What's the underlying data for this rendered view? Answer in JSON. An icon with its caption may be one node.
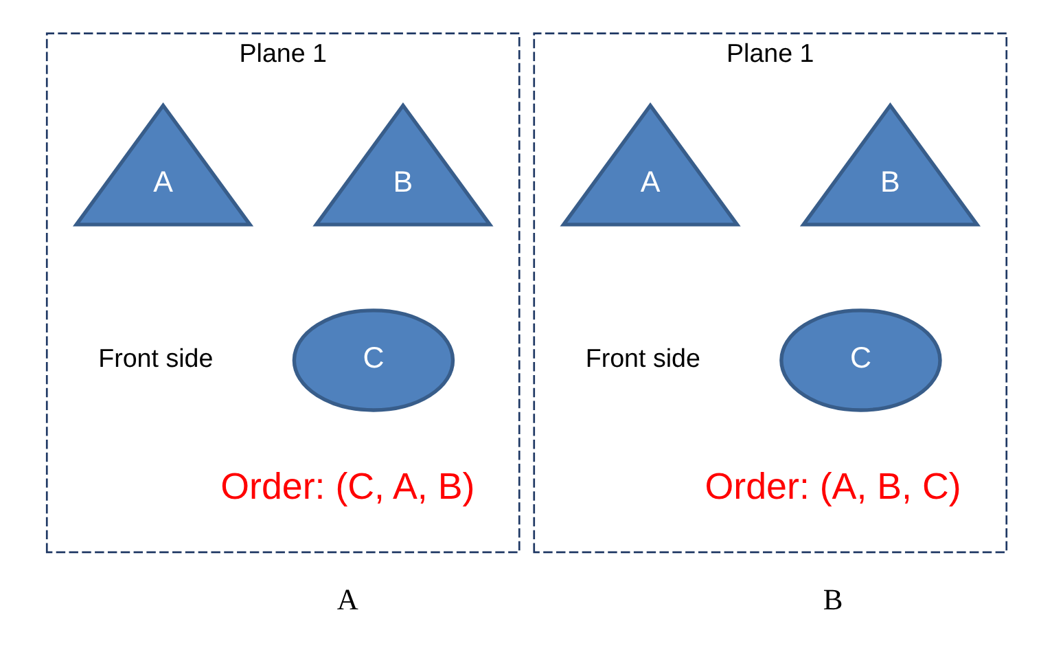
{
  "diagram": {
    "nodes": [
      {
        "text": [
          "Plane 1"
        ],
        "beside": [
          "A"
        ]
      },
      {
        "text": [
          "A"
        ],
        "in": 0
      },
      {
        "text": [
          "B"
        ],
        "in": 0
      },
      {
        "text": [
          "C"
        ],
        "in": 0
      },
      {
        "text": [
          "Plane 1"
        ],
        "beside": [
          "B"
        ]
      },
      {
        "text": [
          "A"
        ],
        "in": 4
      },
      {
        "text": [
          "B"
        ],
        "in": 4
      },
      {
        "text": [
          "C"
        ],
        "in": 4
      }
    ],
    "labels": [
      "Front side",
      "Order: (C, A, B)",
      "Front side",
      "Order: (A, B, C)"
    ]
  }
}
